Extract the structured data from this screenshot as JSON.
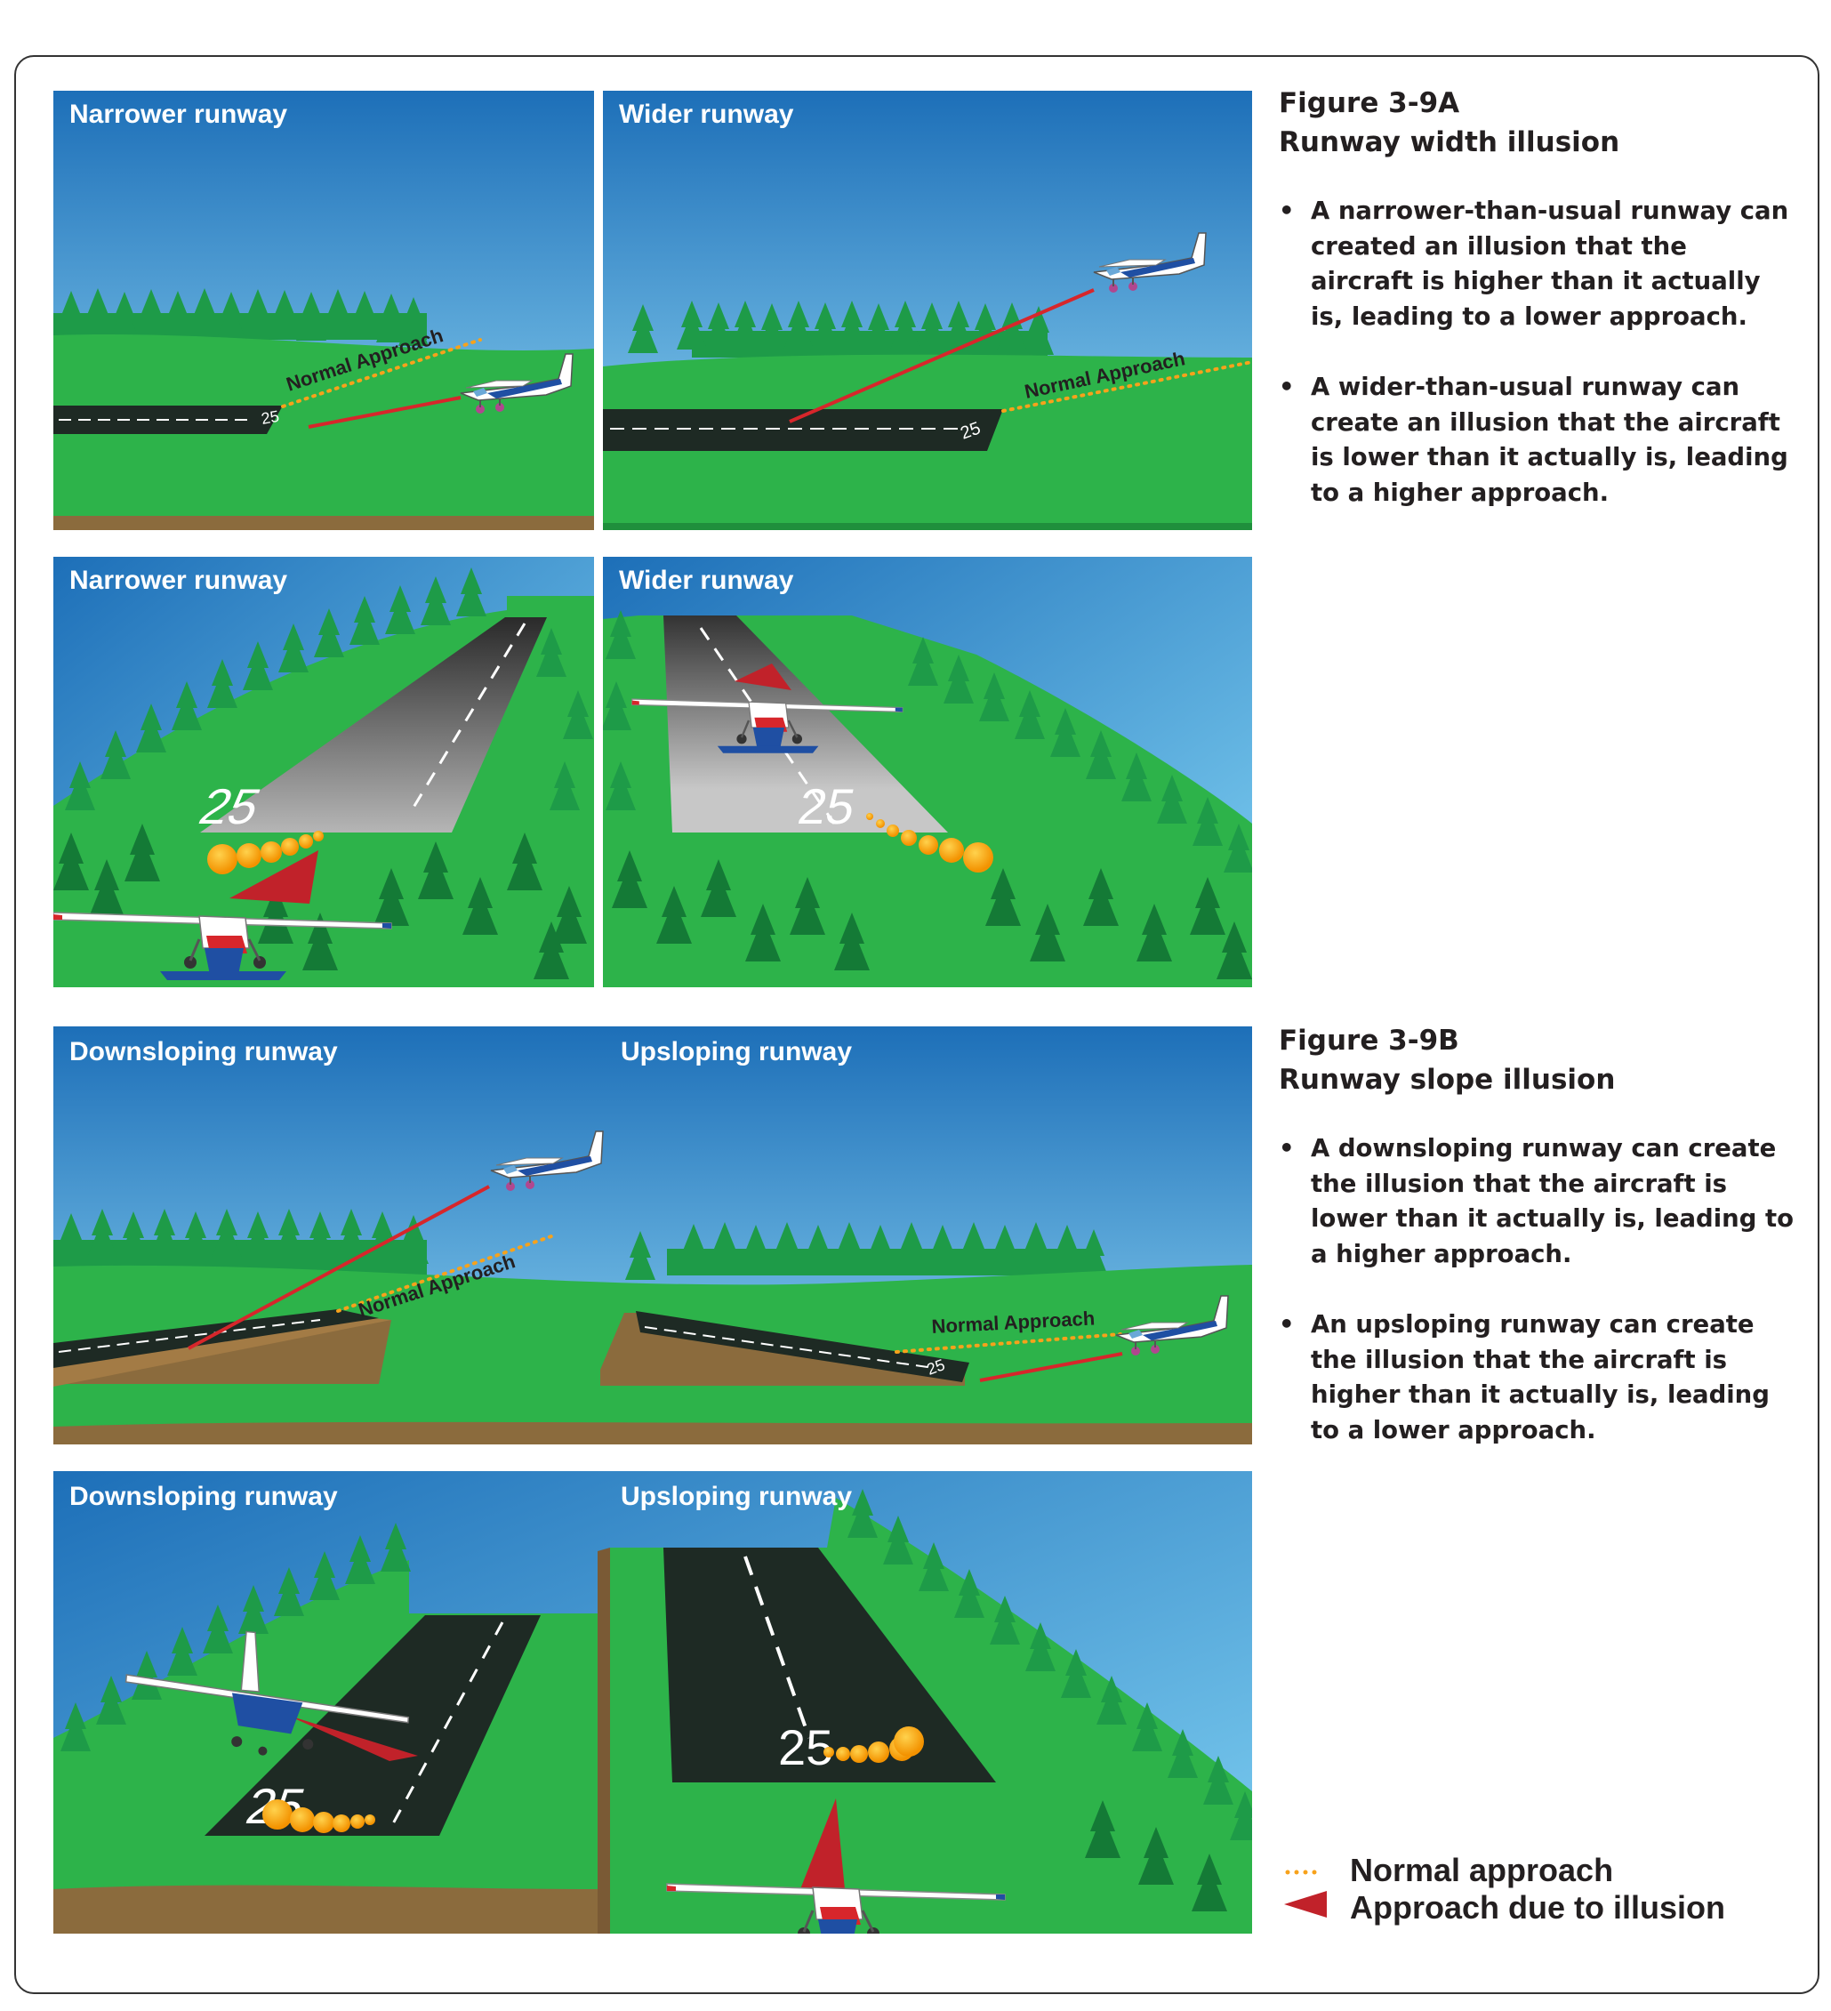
{
  "colors": {
    "sky_top": "#1d6fb8",
    "sky_bottom": "#7fd0f2",
    "grass": "#2db34a",
    "grass_dark": "#1f8f3c",
    "tree": "#1e9b48",
    "runway_dark": "#1e2a24",
    "runway_gray": "#8a8a8a",
    "normal_approach": "#f7a21b",
    "illusion_approach": "#d7262b",
    "aircraft_blue": "#1f4fa3",
    "text_dark": "#231f20"
  },
  "panels": {
    "a_side_left": {
      "title": "Narrower runway",
      "approach_label": "Normal Approach",
      "runway_number": "25"
    },
    "a_side_right": {
      "title": "Wider runway",
      "approach_label": "Normal Approach",
      "runway_number": "25"
    },
    "a_pilot_left": {
      "title": "Narrower runway",
      "runway_number": "25"
    },
    "a_pilot_right": {
      "title": "Wider runway",
      "runway_number": "25"
    },
    "b_side": {
      "title_left": "Downsloping runway",
      "title_right": "Upsloping runway",
      "approach_label_left": "Normal Approach",
      "approach_label_right": "Normal Approach",
      "runway_number": "25"
    },
    "b_pilot": {
      "title_left": "Downsloping runway",
      "title_right": "Upsloping runway",
      "runway_number_left": "25",
      "runway_number_right": "25"
    }
  },
  "figure_a": {
    "number": "Figure 3-9A",
    "title": "Runway width illusion",
    "bullets": [
      "A narrower-than-usual runway can created an illusion that the aircraft is higher than it actually is, leading to a lower approach.",
      "A wider-than-usual runway can create an illusion that the aircraft is lower than it actually is, leading to a higher approach."
    ]
  },
  "figure_b": {
    "number": "Figure 3-9B",
    "title": "Runway slope illusion",
    "bullets": [
      "A downsloping runway can create the illusion that the aircraft is lower than it actually is, leading to a higher approach.",
      "An upsloping runway can create the illusion that the aircraft is higher than it actually is, leading to a lower approach."
    ]
  },
  "legend": {
    "normal": "Normal approach",
    "illusion": "Approach due to illusion"
  }
}
